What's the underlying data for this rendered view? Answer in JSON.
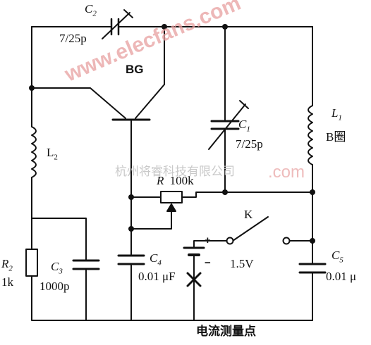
{
  "watermarks": {
    "site": "www.elecfans.com",
    "company": "杭州将睿科技有限公司",
    "com": ".com",
    "color_red": "#e8a0a0",
    "color_gray": "#c8c8c8"
  },
  "labels": {
    "c2_name": "C",
    "c2_sub": "2",
    "c2_value": "7/25p",
    "bg": "BG",
    "c1_name": "C",
    "c1_sub": "1",
    "c1_value": "7/25p",
    "l1_name": "L",
    "l1_sub": "1",
    "l1_value": "B圈",
    "l2_name": "L",
    "l2_sub": "2",
    "r_name": "R",
    "r_value": "100k",
    "k": "K",
    "battery_plus": "+",
    "battery_minus": "−",
    "battery_value": "1.5V",
    "r2_name": "R",
    "r2_sub": "2",
    "r2_value": "1k",
    "c3_name": "C",
    "c3_sub": "3",
    "c3_value": "1000p",
    "c4_name": "C",
    "c4_sub": "4",
    "c4_value": "0.01 μF",
    "c5_name": "C",
    "c5_sub": "5",
    "c5_value": "0.01 μ",
    "measure_point": "电流测量点"
  }
}
